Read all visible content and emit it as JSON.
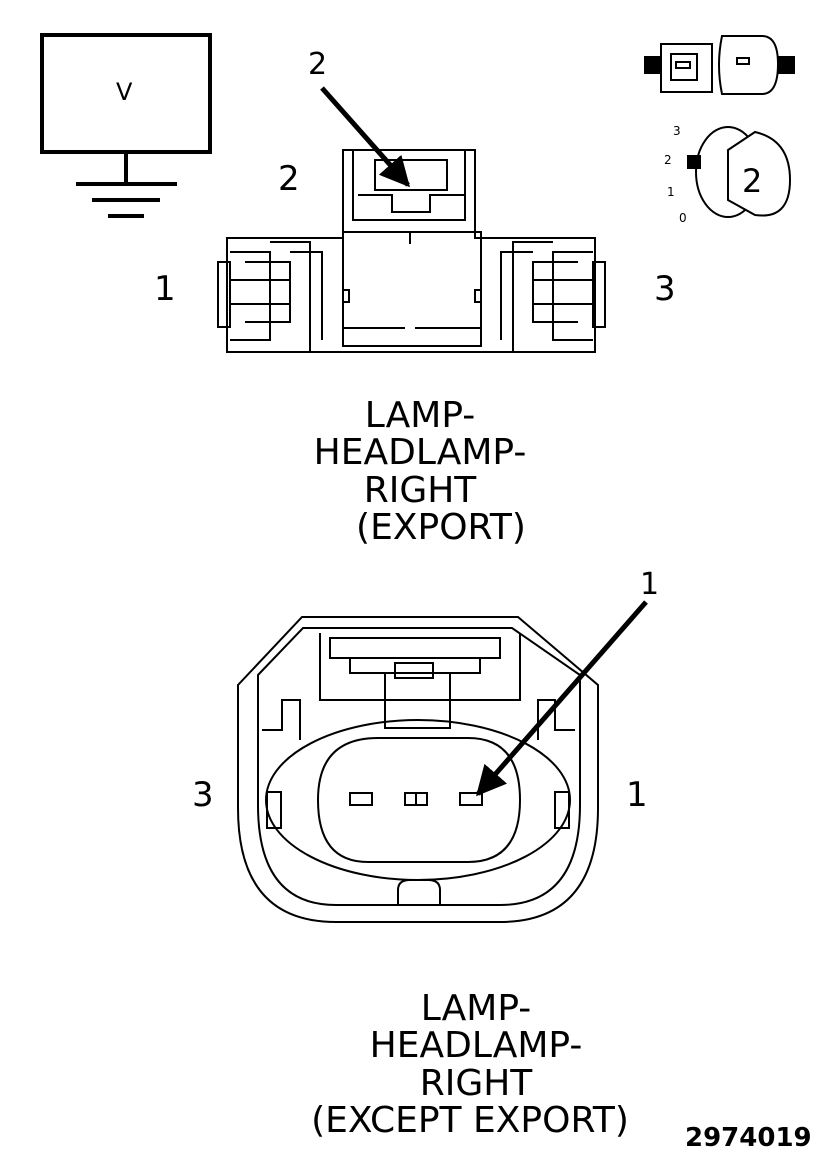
{
  "legend_symbol": {
    "label": "V"
  },
  "connector_top": {
    "pins": {
      "p1": "1",
      "p2": "2",
      "p3": "3"
    },
    "callout": "2",
    "title": [
      "LAMP-",
      "HEADLAMP-",
      "RIGHT",
      "(EXPORT)"
    ]
  },
  "connector_bottom": {
    "pins": {
      "p1": "1",
      "p3": "3"
    },
    "callout": "1",
    "title": [
      "LAMP-",
      "HEADLAMP-",
      "RIGHT",
      "(EXCEPT EXPORT)"
    ]
  },
  "position_indicator": {
    "scale": [
      "3",
      "2",
      "1",
      "0"
    ],
    "value": "2"
  },
  "figure_id": "2974019",
  "colors": {
    "line": "#000000",
    "background": "#ffffff"
  }
}
